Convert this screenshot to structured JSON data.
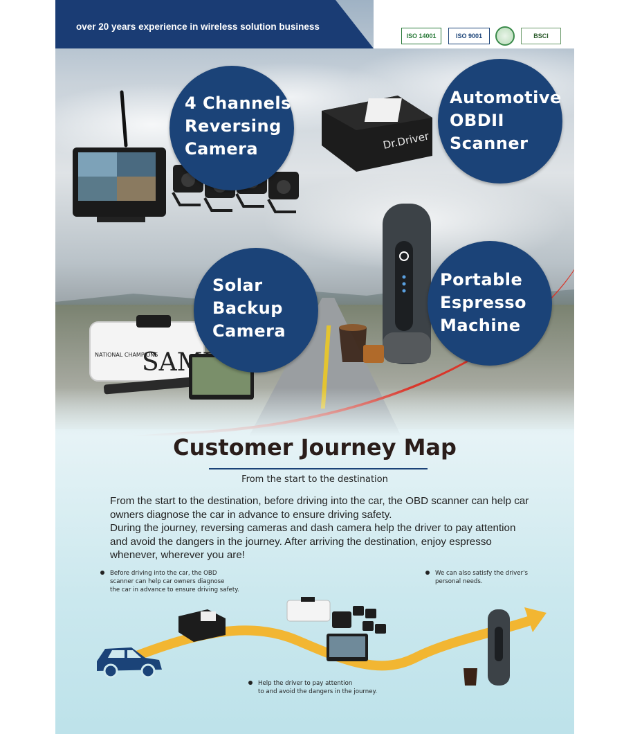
{
  "header": {
    "banner_text": "over 20 years experience in wireless solution business",
    "certifications": [
      "ISO 14001",
      "ISO 9001",
      "BSCI"
    ]
  },
  "products": [
    {
      "label": "4 Channels\nReversing\nCamera"
    },
    {
      "label": "Automotive\nOBDII\nScanner"
    },
    {
      "label": "Solar\nBackup\nCamera"
    },
    {
      "label": "Portable\nEspresso\nMachine"
    }
  ],
  "product_images": {
    "plate_text": "SAMPLE",
    "plate_brand": "NATIONAL CHAMPIONS",
    "obd_brand": "Dr.Driver"
  },
  "journey": {
    "title": "Customer Journey Map",
    "subtitle": "From the start to the destination",
    "description": "From the start to the destination, before driving into the car, the OBD scanner can help car owners diagnose the car in advance to ensure driving safety.\nDuring the journey, reversing cameras and dash camera help the driver to pay attention and avoid the dangers in the journey. After arriving the destination, enjoy espresso whenever, wherever you are!",
    "notes": [
      {
        "text": "Before driving into the car, the OBD\nscanner can help car owners diagnose\nthe car in advance to ensure driving safety."
      },
      {
        "text": "We can also satisfy the driver's\npersonal needs."
      },
      {
        "text": "Help the driver to pay attention\nto and avoid the dangers in the journey."
      }
    ]
  },
  "colors": {
    "navy": "#1b4378",
    "accent_red": "#d9362a",
    "arrow_yellow": "#f2b632"
  }
}
